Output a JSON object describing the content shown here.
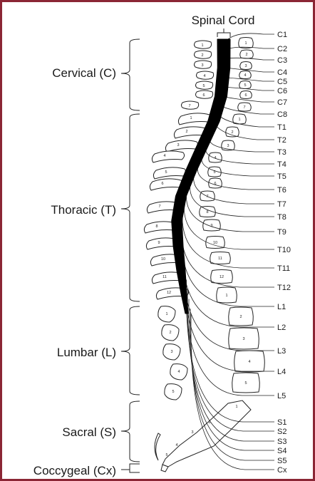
{
  "title": "Spinal Cord",
  "regions": [
    {
      "key": "cervical",
      "label": "Cervical (C)"
    },
    {
      "key": "thoracic",
      "label": "Thoracic (T)"
    },
    {
      "key": "lumbar",
      "label": "Lumbar (L)"
    },
    {
      "key": "sacral",
      "label": "Sacral (S)"
    },
    {
      "key": "coccygeal",
      "label": "Coccygeal (Cx)"
    }
  ],
  "nerves": [
    "C1",
    "C2",
    "C3",
    "C4",
    "C5",
    "C6",
    "C7",
    "C8",
    "T1",
    "T2",
    "T3",
    "T4",
    "T5",
    "T6",
    "T7",
    "T8",
    "T9",
    "T10",
    "T11",
    "T12",
    "L1",
    "L2",
    "L3",
    "L4",
    "L5",
    "S1",
    "S2",
    "S3",
    "S4",
    "S5",
    "Cx"
  ],
  "vertebra_numbers": {
    "cervical": [
      "1",
      "2",
      "3",
      "4",
      "5",
      "6",
      "7"
    ],
    "thoracic": [
      "1",
      "2",
      "3",
      "4",
      "5",
      "6",
      "7",
      "8",
      "9",
      "10",
      "11",
      "12"
    ],
    "lumbar": [
      "1",
      "2",
      "3",
      "4",
      "5"
    ],
    "sacral": [
      "1",
      "2",
      "3",
      "4",
      "5"
    ]
  },
  "colors": {
    "frame": "#8b2635",
    "cord": "#000000",
    "line": "#222222"
  }
}
